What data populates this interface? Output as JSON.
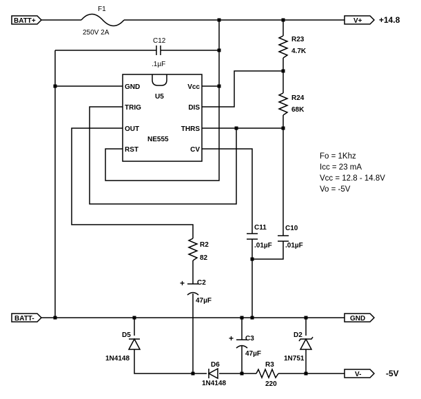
{
  "ports": {
    "batt_plus": "BATT+",
    "batt_minus": "BATT-",
    "v_plus": "V+",
    "gnd": "GND",
    "v_minus": "V-"
  },
  "rail_values": {
    "v_plus": "+14.8",
    "v_minus": "-5V"
  },
  "ic": {
    "ref": "U5",
    "part": "NE555",
    "pins": {
      "gnd": "GND",
      "trig": "TRIG",
      "out": "OUT",
      "rst": "RST",
      "vcc": "Vcc",
      "dis": "DIS",
      "thrs": "THRS",
      "cv": "CV"
    }
  },
  "components": {
    "f1": {
      "ref": "F1",
      "value": "250V 2A"
    },
    "c12": {
      "ref": "C12",
      "value": ".1µF"
    },
    "r23": {
      "ref": "R23",
      "value": "4.7K"
    },
    "r24": {
      "ref": "R24",
      "value": "68K"
    },
    "c11": {
      "ref": "C11",
      "value": ".01µF"
    },
    "c10": {
      "ref": "C10",
      "value": ".01µF"
    },
    "r2": {
      "ref": "R2",
      "value": "82"
    },
    "c2": {
      "ref": "C2",
      "value": "47µF"
    },
    "c3": {
      "ref": "C3",
      "value": "47µF"
    },
    "d5": {
      "ref": "D5",
      "value": "1N4148"
    },
    "d6": {
      "ref": "D6",
      "value": "1N4148"
    },
    "d2": {
      "ref": "D2",
      "value": "1N751"
    },
    "r3": {
      "ref": "R3",
      "value": "220"
    }
  },
  "polarity_mark": "+",
  "notes": [
    "Fo  = 1Khz",
    "Icc = 23 mA",
    "Vcc = 12.8 - 14.8V",
    "Vo = -5V"
  ]
}
